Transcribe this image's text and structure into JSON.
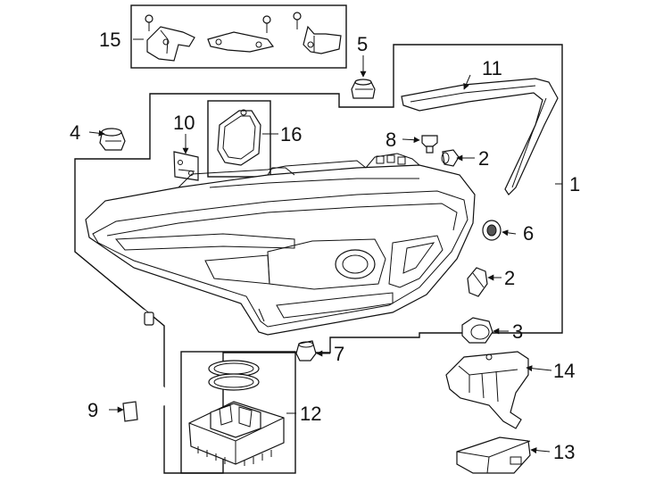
{
  "diagram": {
    "callouts": [
      {
        "id": "c1",
        "label": "1"
      },
      {
        "id": "c2a",
        "label": "2"
      },
      {
        "id": "c2b",
        "label": "2"
      },
      {
        "id": "c3",
        "label": "3"
      },
      {
        "id": "c4",
        "label": "4"
      },
      {
        "id": "c5",
        "label": "5"
      },
      {
        "id": "c6",
        "label": "6"
      },
      {
        "id": "c7",
        "label": "7"
      },
      {
        "id": "c8",
        "label": "8"
      },
      {
        "id": "c9",
        "label": "9"
      },
      {
        "id": "c10",
        "label": "10"
      },
      {
        "id": "c11",
        "label": "11"
      },
      {
        "id": "c12",
        "label": "12"
      },
      {
        "id": "c13",
        "label": "13"
      },
      {
        "id": "c14",
        "label": "14"
      },
      {
        "id": "c15",
        "label": "15"
      },
      {
        "id": "c16",
        "label": "16"
      }
    ]
  },
  "colors": {
    "line": "#111111",
    "background": "#ffffff",
    "shade": "#d6d6d6"
  }
}
